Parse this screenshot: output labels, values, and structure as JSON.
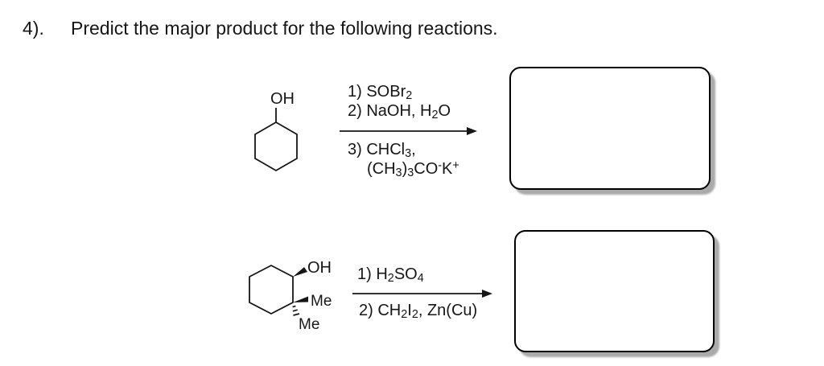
{
  "colors": {
    "ink": "#161616",
    "box_border": "#000000",
    "box_shadow": "#aaaaaa",
    "background": "#ffffff"
  },
  "header": {
    "number": "4).",
    "title": "Predict the major product for the following reactions."
  },
  "reaction1": {
    "substrate": {
      "oh_label": "OH"
    },
    "reagents_above": [
      [
        {
          "t": "1) SOBr"
        },
        {
          "t": "2",
          "s": "sub"
        }
      ],
      [
        {
          "t": "2) NaOH, H"
        },
        {
          "t": "2",
          "s": "sub"
        },
        {
          "t": "O"
        }
      ]
    ],
    "reagents_below": [
      [
        {
          "t": "3) CHCl"
        },
        {
          "t": "3",
          "s": "sub"
        },
        {
          "t": ","
        }
      ],
      [
        {
          "t": "(CH"
        },
        {
          "t": "3",
          "s": "sub"
        },
        {
          "t": ")"
        },
        {
          "t": "3",
          "s": "sub"
        },
        {
          "t": "CO"
        },
        {
          "t": "-",
          "s": "sup"
        },
        {
          "t": "K"
        },
        {
          "t": "+",
          "s": "sup"
        }
      ]
    ]
  },
  "reaction2": {
    "substrate": {
      "oh_label": "OH",
      "me_label_1": "Me",
      "me_label_2": "Me"
    },
    "reagents_above": [
      [
        {
          "t": "1) H"
        },
        {
          "t": "2",
          "s": "sub"
        },
        {
          "t": "SO"
        },
        {
          "t": "4",
          "s": "sub"
        }
      ]
    ],
    "reagents_below": [
      [
        {
          "t": "2) CH"
        },
        {
          "t": "2",
          "s": "sub"
        },
        {
          "t": "I"
        },
        {
          "t": "2",
          "s": "sub"
        },
        {
          "t": ", Zn(Cu)"
        }
      ]
    ]
  }
}
